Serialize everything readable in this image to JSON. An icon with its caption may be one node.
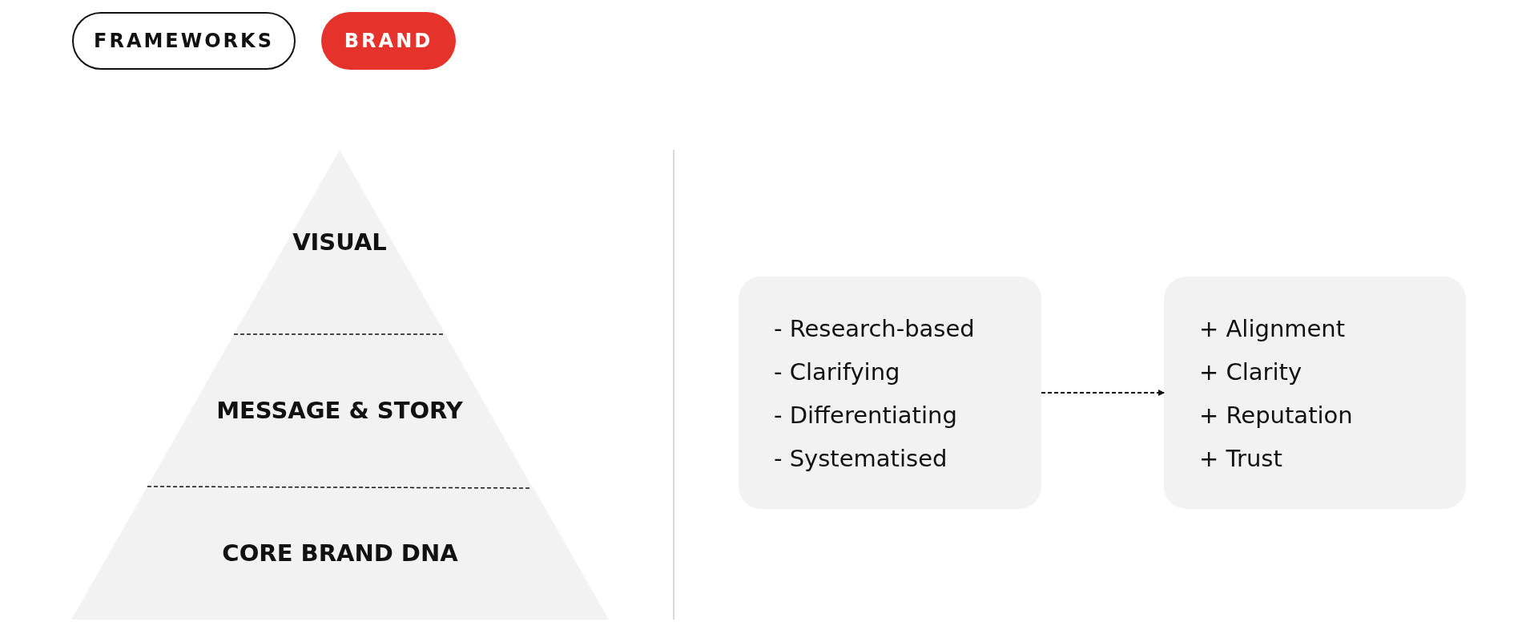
{
  "diagram": {
    "nodes": [
      {
        "text": [
          "FRAMEWORKS"
        ]
      },
      {
        "text": [
          "BRAND"
        ]
      },
      {
        "text": [
          "VISUAL"
        ]
      },
      {
        "text": [
          "MESSAGE & STORY"
        ]
      },
      {
        "text": [
          "CORE BRAND DNA"
        ]
      },
      {
        "text": [
          "- Research-based",
          "- Clarifying",
          "- Differentiating",
          "- Systematised"
        ]
      },
      {
        "text": [
          "+ Alignment",
          "+ Clarity",
          "+ Reputation",
          "+ Trust"
        ]
      }
    ],
    "edges": [
      {
        "from": 5,
        "to": 6,
        "arrow": "to",
        "style": "dashed"
      }
    ]
  }
}
